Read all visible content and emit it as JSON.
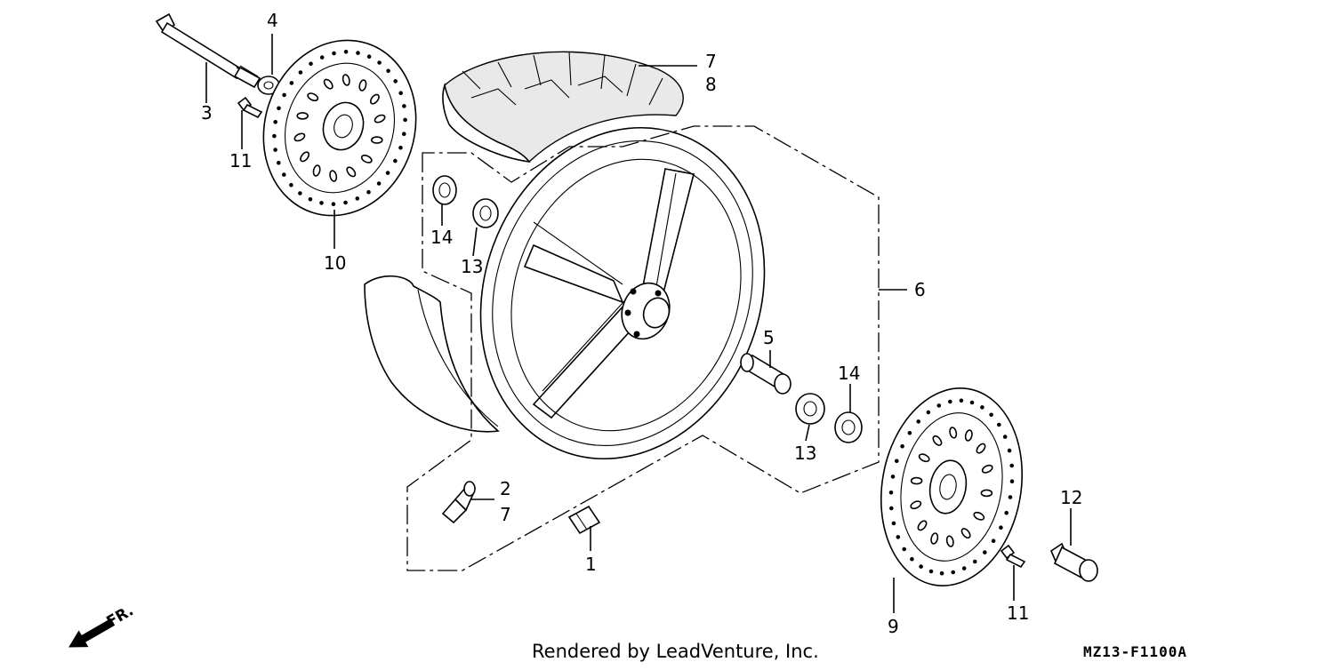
{
  "callouts": {
    "c1": "1",
    "c2": "2",
    "c3": "3",
    "c4": "4",
    "c5": "5",
    "c6": "6",
    "c7a": "7",
    "c7b": "7",
    "c8": "8",
    "c9": "9",
    "c10": "10",
    "c11a": "11",
    "c11b": "11",
    "c12": "12",
    "c13a": "13",
    "c13b": "13",
    "c14a": "14",
    "c14b": "14"
  },
  "footer": {
    "credit": "Rendered by LeadVenture, Inc.",
    "diagram_code": "MZ13-F1100A",
    "direction_label": "FR."
  }
}
